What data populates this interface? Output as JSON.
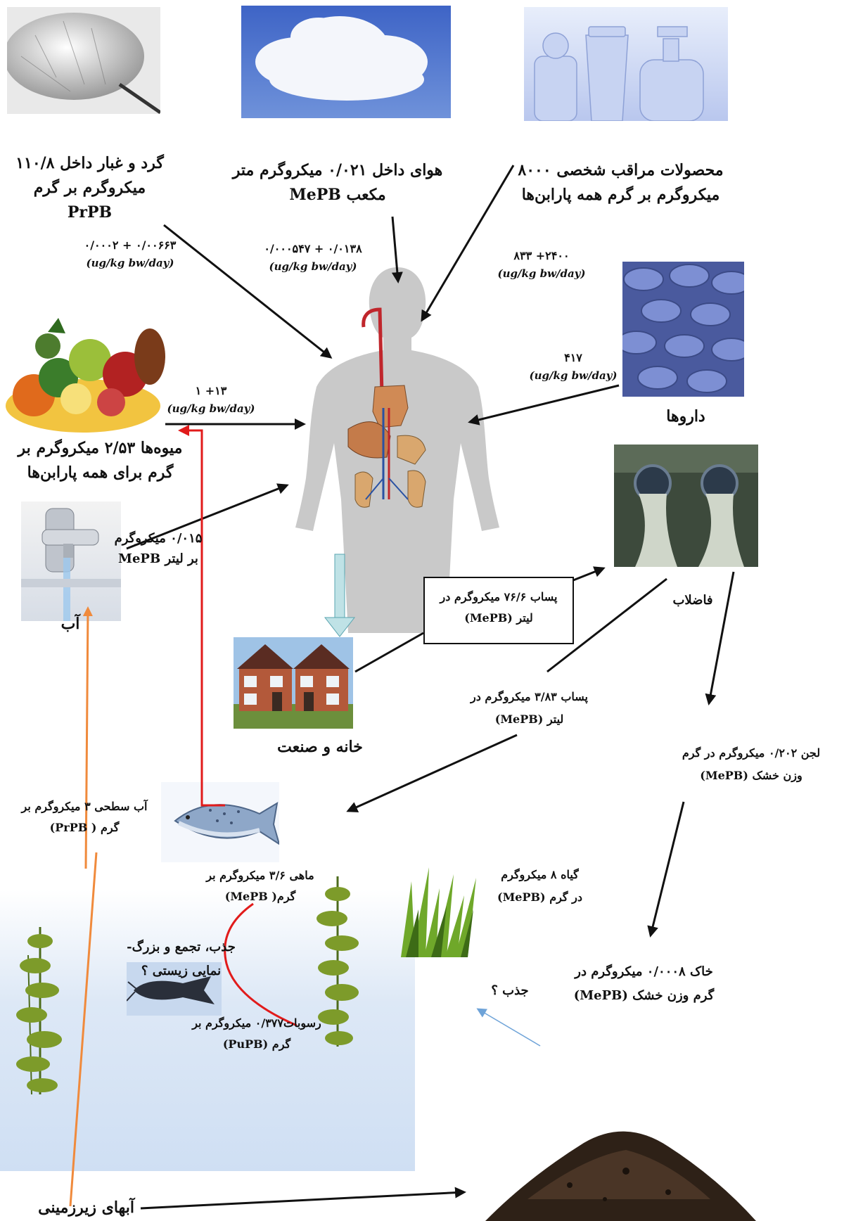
{
  "sources": {
    "dust": {
      "label": "گرد و غبار داخل ۱۱۰/۸ میکروگرم بر گرم PrPB",
      "rate": "۰/۰۰۰۲ + ۰/۰۰۶۶۳",
      "unit": "(ug/kg bw/day)"
    },
    "air": {
      "label": "هوای داخل ۰/۰۲۱ میکروگرم متر مکعب MePB",
      "rate": "۰/۰۰۰۵۴۷ + ۰/۰۱۳۸",
      "unit": "(ug/kg bw/day)"
    },
    "personal_care": {
      "label": "محصولات مراقب شخصی ۸۰۰۰ میکروگرم بر گرم همه پارابن‌ها",
      "rate": "۸۳۳ +۲۴۰۰",
      "unit": "(ug/kg bw/day)"
    },
    "drugs": {
      "label": "داروها",
      "rate": "۴۱۷",
      "unit": "(ug/kg bw/day)"
    },
    "fruits": {
      "label": "میوه‌ها ۲/۵۳ میکروگرم بر گرم برای همه پارابن‌ها",
      "rate": "۱ +۱۳",
      "unit": "(ug/kg bw/day)"
    },
    "water": {
      "label": "آب",
      "value": "۰/۰۱۵ میکروگرم بر لیتر MePB"
    }
  },
  "flows": {
    "home_industry": "خانه و صنعت",
    "effluent_1": "پساب ۷۶/۶ میکروگرم در لیتر (MePB)",
    "wastewater": "فاضلاب",
    "effluent_2": "پساب ۳/۸۳ میکروگرم در لیتر (MePB)",
    "sludge": "لجن ۰/۲۰۲ میکروگرم در گرم وزن خشک (MePB)",
    "surface_water": "آب سطحی ۳ میکروگرم بر گرم ( PrPB)",
    "fish": "ماهی ۳/۶ میکروگرم بر گرم( MePB)",
    "bioaccumulation": "جذب، تجمع و بزرگ-نمایی زیستی ؟",
    "sediment": "رسوبات۰/۳۷۷ میکروگرم بر گرم (PuPB)",
    "plant": "گیاه ۸ میکروگرم در گرم (MePB)",
    "soil": "خاک ۰/۰۰۰۸ میکروگرم در گرم وزن خشک (MePB)",
    "uptake": "جذب ؟",
    "groundwater": "آبهای زیرزمینی"
  },
  "colors": {
    "arrow": "#111111",
    "red_arrow": "#e11b1b",
    "orange_arrow": "#f08a3c",
    "blue_arrow": "#6ea3d8",
    "body": "#c9c9c9"
  }
}
